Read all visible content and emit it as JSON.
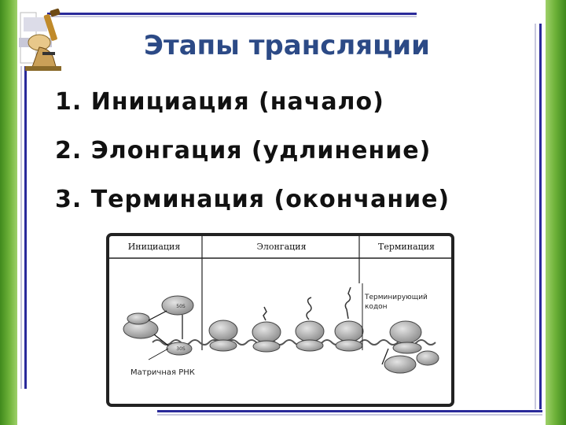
{
  "slide": {
    "title": "Этапы трансляции",
    "stages": [
      "1. Инициация (начало)",
      "2. Элонгация (удлинение)",
      "3. Терминация (окончание)"
    ]
  },
  "diagram": {
    "columns": [
      "Инициация",
      "Элонгация",
      "Терминация"
    ],
    "labels": {
      "terminating_codon": [
        "Терминирующий",
        "кодон"
      ],
      "mrna": "Матричная РНК",
      "subunit": "50S",
      "ribosome": "30S"
    }
  },
  "colors": {
    "title": "#2c4a86",
    "border_green": "#6fb33a",
    "rule_blue": "#2a2a9a"
  }
}
